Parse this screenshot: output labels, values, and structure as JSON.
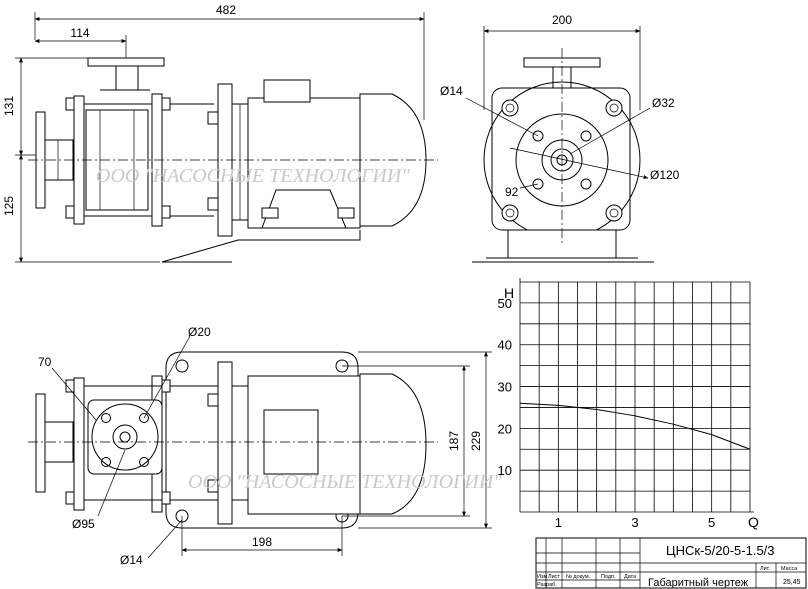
{
  "watermark": "ООО \"НАСОСНЫЕ ТЕХНОЛОГИИ\"",
  "dimensions": {
    "overall_length": "482",
    "inlet_offset": "114",
    "upper_height": "131",
    "lower_height": "125",
    "front_width": "200",
    "hole_d14": "Ø14",
    "flange_d32": "Ø32",
    "flange_d120": "Ø120",
    "bolt_circle_92": "92",
    "hole_d20": "Ø20",
    "dim_70": "70",
    "base_187": "187",
    "base_229": "229",
    "flange_d95": "Ø95",
    "base_hole_d14": "Ø14",
    "base_198": "198"
  },
  "chart_data": {
    "type": "line",
    "title": "",
    "xlabel": "Q",
    "ylabel": "H",
    "x_ticks": [
      "1",
      "3",
      "5"
    ],
    "y_ticks": [
      "10",
      "20",
      "30",
      "40",
      "50"
    ],
    "xlim": [
      0,
      6
    ],
    "ylim": [
      0,
      55
    ],
    "grid": true,
    "series": [
      {
        "x": [
          0,
          1,
          2,
          3,
          4,
          5,
          6
        ],
        "y": [
          26,
          25.5,
          24.5,
          23,
          21,
          18.5,
          15
        ]
      }
    ]
  },
  "title_block": {
    "designation": "ЦНСк-5/20-5-1.5/3",
    "doc_name": "Габаритный чертеж",
    "cols": [
      "Изм",
      "Лист",
      "№ докум.",
      "Подп.",
      "Дата"
    ],
    "developer_label": "Разраб.",
    "lit_label": "Лит.",
    "mass_label": "Масса",
    "mass_value": "25,45"
  }
}
